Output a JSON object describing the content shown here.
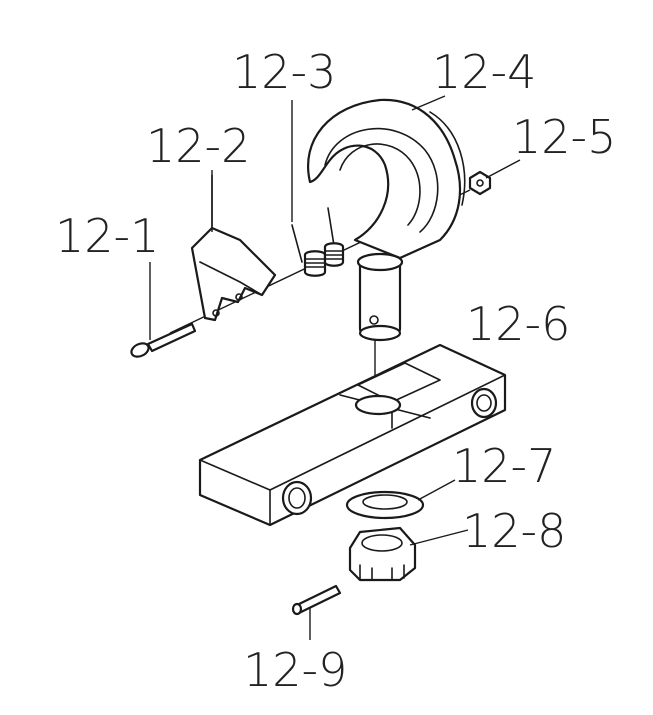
{
  "callouts": [
    {
      "id": "12-1",
      "label": "12-1"
    },
    {
      "id": "12-2",
      "label": "12-2"
    },
    {
      "id": "12-3",
      "label": "12-3"
    },
    {
      "id": "12-4",
      "label": "12-4"
    },
    {
      "id": "12-5",
      "label": "12-5"
    },
    {
      "id": "12-6",
      "label": "12-6"
    },
    {
      "id": "12-7",
      "label": "12-7"
    },
    {
      "id": "12-8",
      "label": "12-8"
    },
    {
      "id": "12-9",
      "label": "12-9"
    }
  ],
  "colors": {
    "line": "#1a1a1a",
    "text": "#222222",
    "background": "#ffffff"
  }
}
